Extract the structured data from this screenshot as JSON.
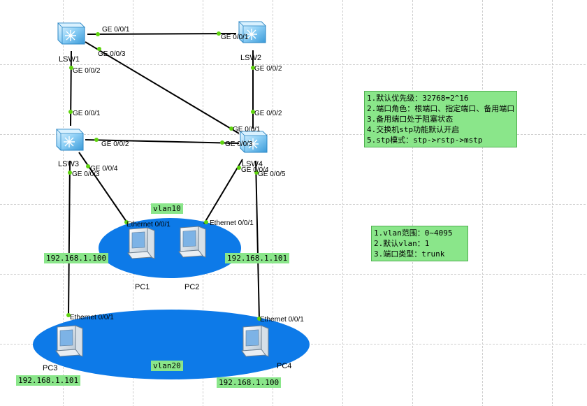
{
  "switches": [
    {
      "id": "sw1",
      "label": "LSW1"
    },
    {
      "id": "sw2",
      "label": "LSW2"
    },
    {
      "id": "sw3",
      "label": "LSW3"
    },
    {
      "id": "sw4",
      "label": "LSW4"
    }
  ],
  "pcs": [
    {
      "id": "pc1",
      "label": "PC1"
    },
    {
      "id": "pc2",
      "label": "PC2"
    },
    {
      "id": "pc3",
      "label": "PC3"
    },
    {
      "id": "pc4",
      "label": "PC4"
    }
  ],
  "ports": {
    "sw1_g001": "GE 0/0/1",
    "sw1_g003": "GE 0/0/3",
    "sw1_g002": "GE 0/0/2",
    "sw2_g001": "GE 0/0/1",
    "sw2_g002": "GE 0/0/2",
    "sw3_g001": "GE 0/0/1",
    "sw3_g002": "GE 0/0/2",
    "sw3_g004": "GE 0/0/4",
    "sw3_g003": "GE 0/0/3",
    "sw4_g002": "GE 0/0/2",
    "sw4_g001": "GE 0/0/1",
    "sw4_g003": "GE 0/0/3",
    "sw4_g004": "GE 0/0/4",
    "sw4_g005": "GE 0/0/5",
    "pc1_eth": "Ethernet 0/0/1",
    "pc2_eth": "Ethernet 0/0/1",
    "pc3_eth": "Ethernet 0/0/1",
    "pc4_eth": "Ethernet 0/0/1"
  },
  "vlans": {
    "top": "vlan10",
    "bottom": "vlan20"
  },
  "ips": {
    "pc1": "192.168.1.100",
    "pc2": "192.168.1.101",
    "pc3": "192.168.1.101",
    "pc4": "192.168.1.100"
  },
  "notes": {
    "stp": [
      "1.默认优先级：32768=2^16",
      "2.端口角色：根端口、指定端口、备用端口",
      "3.备用端口处于阻塞状态",
      "4.交换机stp功能默认开启",
      "5.stp模式：stp->rstp->mstp"
    ],
    "vlan": [
      "1.vlan范围：0~4095",
      "2.默认vlan：1",
      "3.端口类型：trunk"
    ]
  },
  "colors": {
    "cloud": "#0d7ae8",
    "link": "#000000",
    "port_dot": "#5fd40f",
    "tag_bg": "#8ae68a",
    "grid": "#cfcfcf"
  }
}
